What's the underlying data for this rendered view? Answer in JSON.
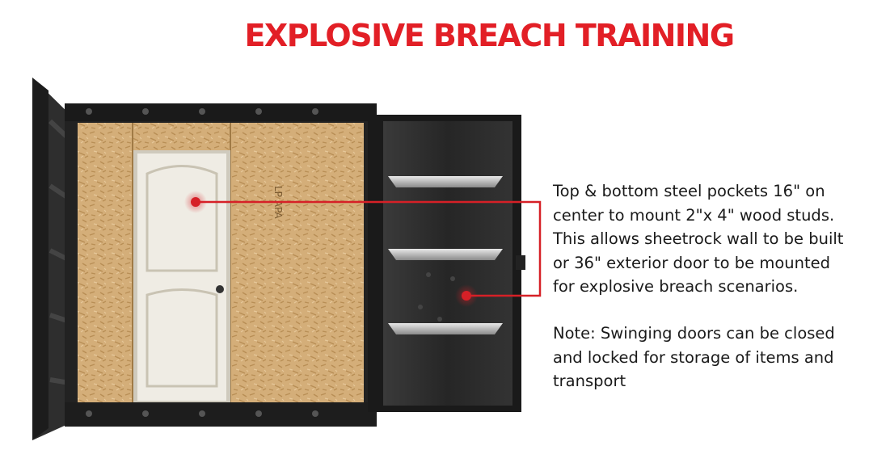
{
  "title": "EXPLOSIVE BREACH TRAINING",
  "colors": {
    "title": "#e21f26",
    "callout_line": "#d62027",
    "marker": "#d62027",
    "osb": "#d2ad78",
    "steel": "#2a2a2a",
    "door": "#efece4"
  },
  "callout_1": [
    "Top & bottom steel pockets 16\" on",
    "center to mount 2\"x 4\" wood studs.",
    "This allows sheetrock wall to be built",
    "or 36\" exterior door to be mounted",
    "for explosive breach scenarios."
  ],
  "callout_2": [
    "Note: Swinging doors can be closed",
    "and locked for storage of items and",
    "transport"
  ],
  "osb_stamp": "LP APA"
}
